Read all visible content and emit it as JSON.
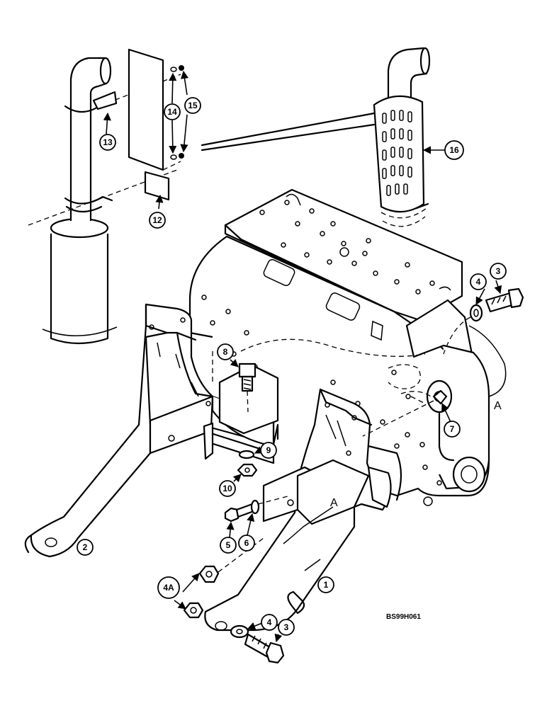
{
  "figure_code": "BS99H061",
  "section_marker": "A",
  "callouts": {
    "c1": "1",
    "c2": "2",
    "c3a": "3",
    "c3b": "3",
    "c4a": "4",
    "c4b": "4",
    "c4A": "4A",
    "c5": "5",
    "c6": "6",
    "c7": "7",
    "c8": "8",
    "c9": "9",
    "c10": "10",
    "c12": "12",
    "c13": "13",
    "c14": "14",
    "c15": "15",
    "c16": "16"
  }
}
